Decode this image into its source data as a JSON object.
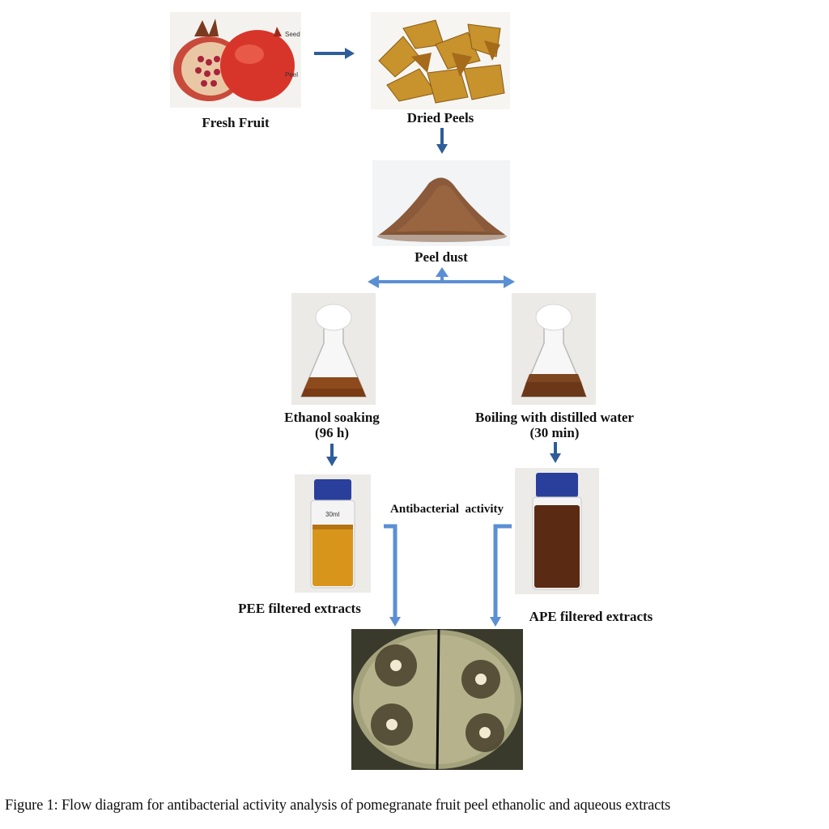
{
  "steps": {
    "fresh_fruit": "Fresh Fruit",
    "dried_peels": "Dried Peels",
    "peel_dust": "Peel dust",
    "ethanol_line1": "Ethanol soaking",
    "ethanol_line2": "(96 h)",
    "boiling_line1": "Boiling with distilled water",
    "boiling_line2": "(30 min)",
    "pee_extracts": "PEE filtered extracts",
    "ape_extracts": "APE filtered extracts",
    "antibacterial": "Antibacterial  activity"
  },
  "fruit_labels": {
    "seed": "Seed",
    "peel": "Peel"
  },
  "vial_labels": {
    "pee_volume": "30ml"
  },
  "caption": "Figure 1: Flow diagram for antibacterial activity analysis of pomegranate fruit peel ethanolic and aqueous extracts",
  "colors": {
    "arrow_dark": "#2e5d99",
    "arrow_light": "#5b8fd4"
  }
}
